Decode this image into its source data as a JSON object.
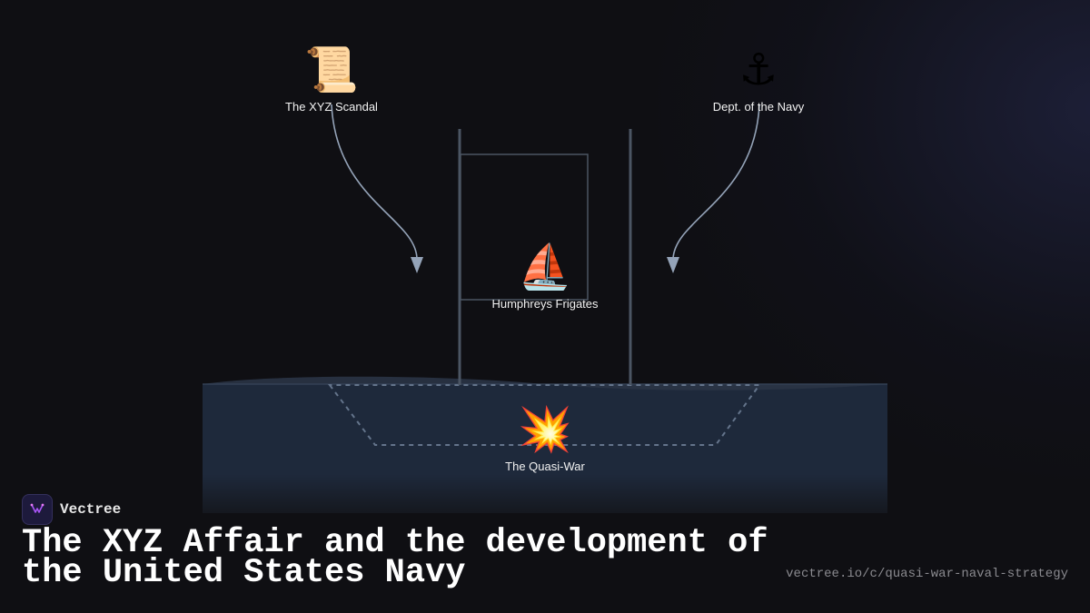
{
  "diagram": {
    "nodes": [
      {
        "emoji": "📜",
        "label": "The XYZ Scandal"
      },
      {
        "emoji": "⚓",
        "label": "Dept. of the Navy"
      },
      {
        "emoji": "⛵",
        "label": "Humphreys Frigates"
      },
      {
        "emoji": "💥",
        "label": "The Quasi-War"
      }
    ]
  },
  "footer": {
    "brand": "Vectree",
    "title": "The XYZ Affair and the development of the United States Navy",
    "url": "vectree.io/c/quasi-war-naval-strategy"
  },
  "colors": {
    "background": "#0f0f13",
    "water": "#1e293b",
    "line": "#94a3b8",
    "frame": "#4b5563"
  }
}
